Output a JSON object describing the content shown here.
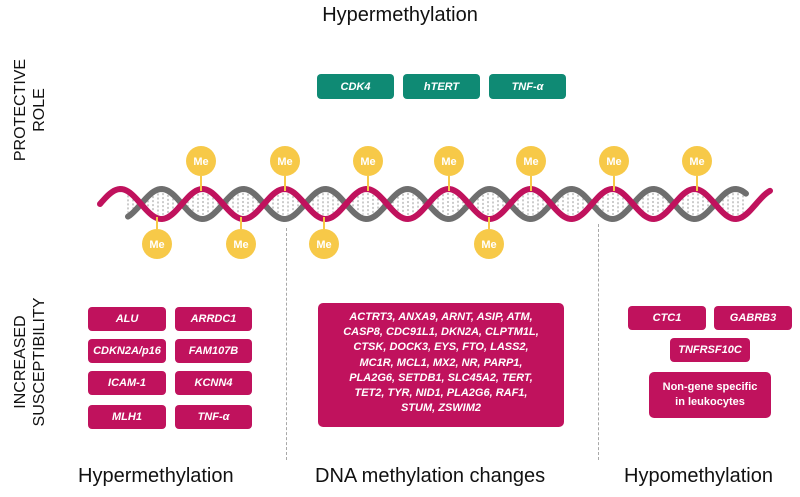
{
  "title": "Hypermethylation",
  "side_labels": {
    "protective": [
      "PROTECTIVE",
      "ROLE"
    ],
    "susceptibility": [
      "INCREASED",
      "SUSCEPTIBILITY"
    ]
  },
  "protective_genes": [
    "CDK4",
    "hTERT",
    "TNF-α"
  ],
  "methyl_label": "Me",
  "hypermethylation_genes": [
    "ALU",
    "ARRDC1",
    "CDKN2A/p16",
    "FAM107B",
    "ICAM-1",
    "KCNN4",
    "MLH1",
    "TNF-α"
  ],
  "dna_changes_lines": [
    "ACTRT3, ANXA9, ARNT, ASIP, ATM,",
    "CASP8, CDC91L1, DKN2A, CLPTM1L,",
    "CTSK, DOCK3, EYS, FTO, LASS2,",
    "MC1R, MCL1, MX2, NR, PARP1,",
    "PLA2G6, SETDB1, SLC45A2, TERT,",
    "TET2, TYR, NID1, PLA2G6, RAF1,",
    "STUM, ZSWIM2"
  ],
  "hypomethylation_genes": [
    "CTC1",
    "GABRB3",
    "TNFRSF10C"
  ],
  "hypomethylation_note": [
    "Non-gene specific",
    "in leukocytes"
  ],
  "bottom_labels": [
    "Hypermethylation",
    "DNA methylation changes",
    "Hypomethylation"
  ],
  "colors": {
    "teal": "#0f8a74",
    "magenta": "#c0125d",
    "gray_strand": "#6e6e6e",
    "methyl_yellow": "#f7c948"
  }
}
